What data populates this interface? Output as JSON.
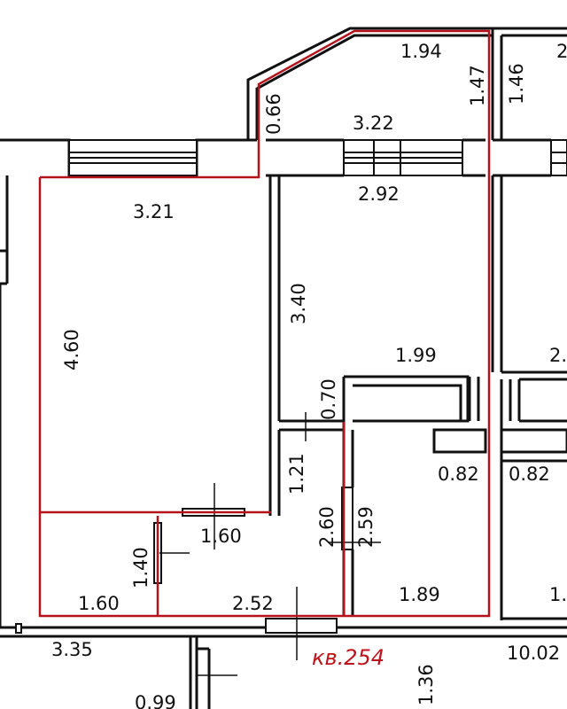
{
  "colors": {
    "wall": "#111111",
    "boundary": "#b5121b",
    "background": "#ffffff"
  },
  "apartment_label": "кв.254",
  "dimensions": {
    "loggia_top": "1.94",
    "loggia_right": "1.47",
    "loggia_left": "0.66",
    "neighbor_balcony": "1.46",
    "neighbor_top": "2",
    "window_span": "3.22",
    "kitchen_width": "2.92",
    "room_width": "3.21",
    "room_height": "4.60",
    "kitchen_depth": "3.40",
    "closet_depth": "0.70",
    "closet_width": "1.99",
    "neighbor_closet": "2.",
    "niche_left": "0.82",
    "niche_right": "0.82",
    "hall_depth": "1.21",
    "corridor_a": "2.60",
    "corridor_b": "2.59",
    "bath_depth": "1.40",
    "bath_top": "1.60",
    "bath_bottom": "1.60",
    "hall_width": "2.52",
    "wc_width": "1.89",
    "neighbor_wc": "1.",
    "left_stair": "3.35",
    "right_stair": "10.02",
    "stair_depth": "1.36",
    "bottom_step": "0.99"
  }
}
